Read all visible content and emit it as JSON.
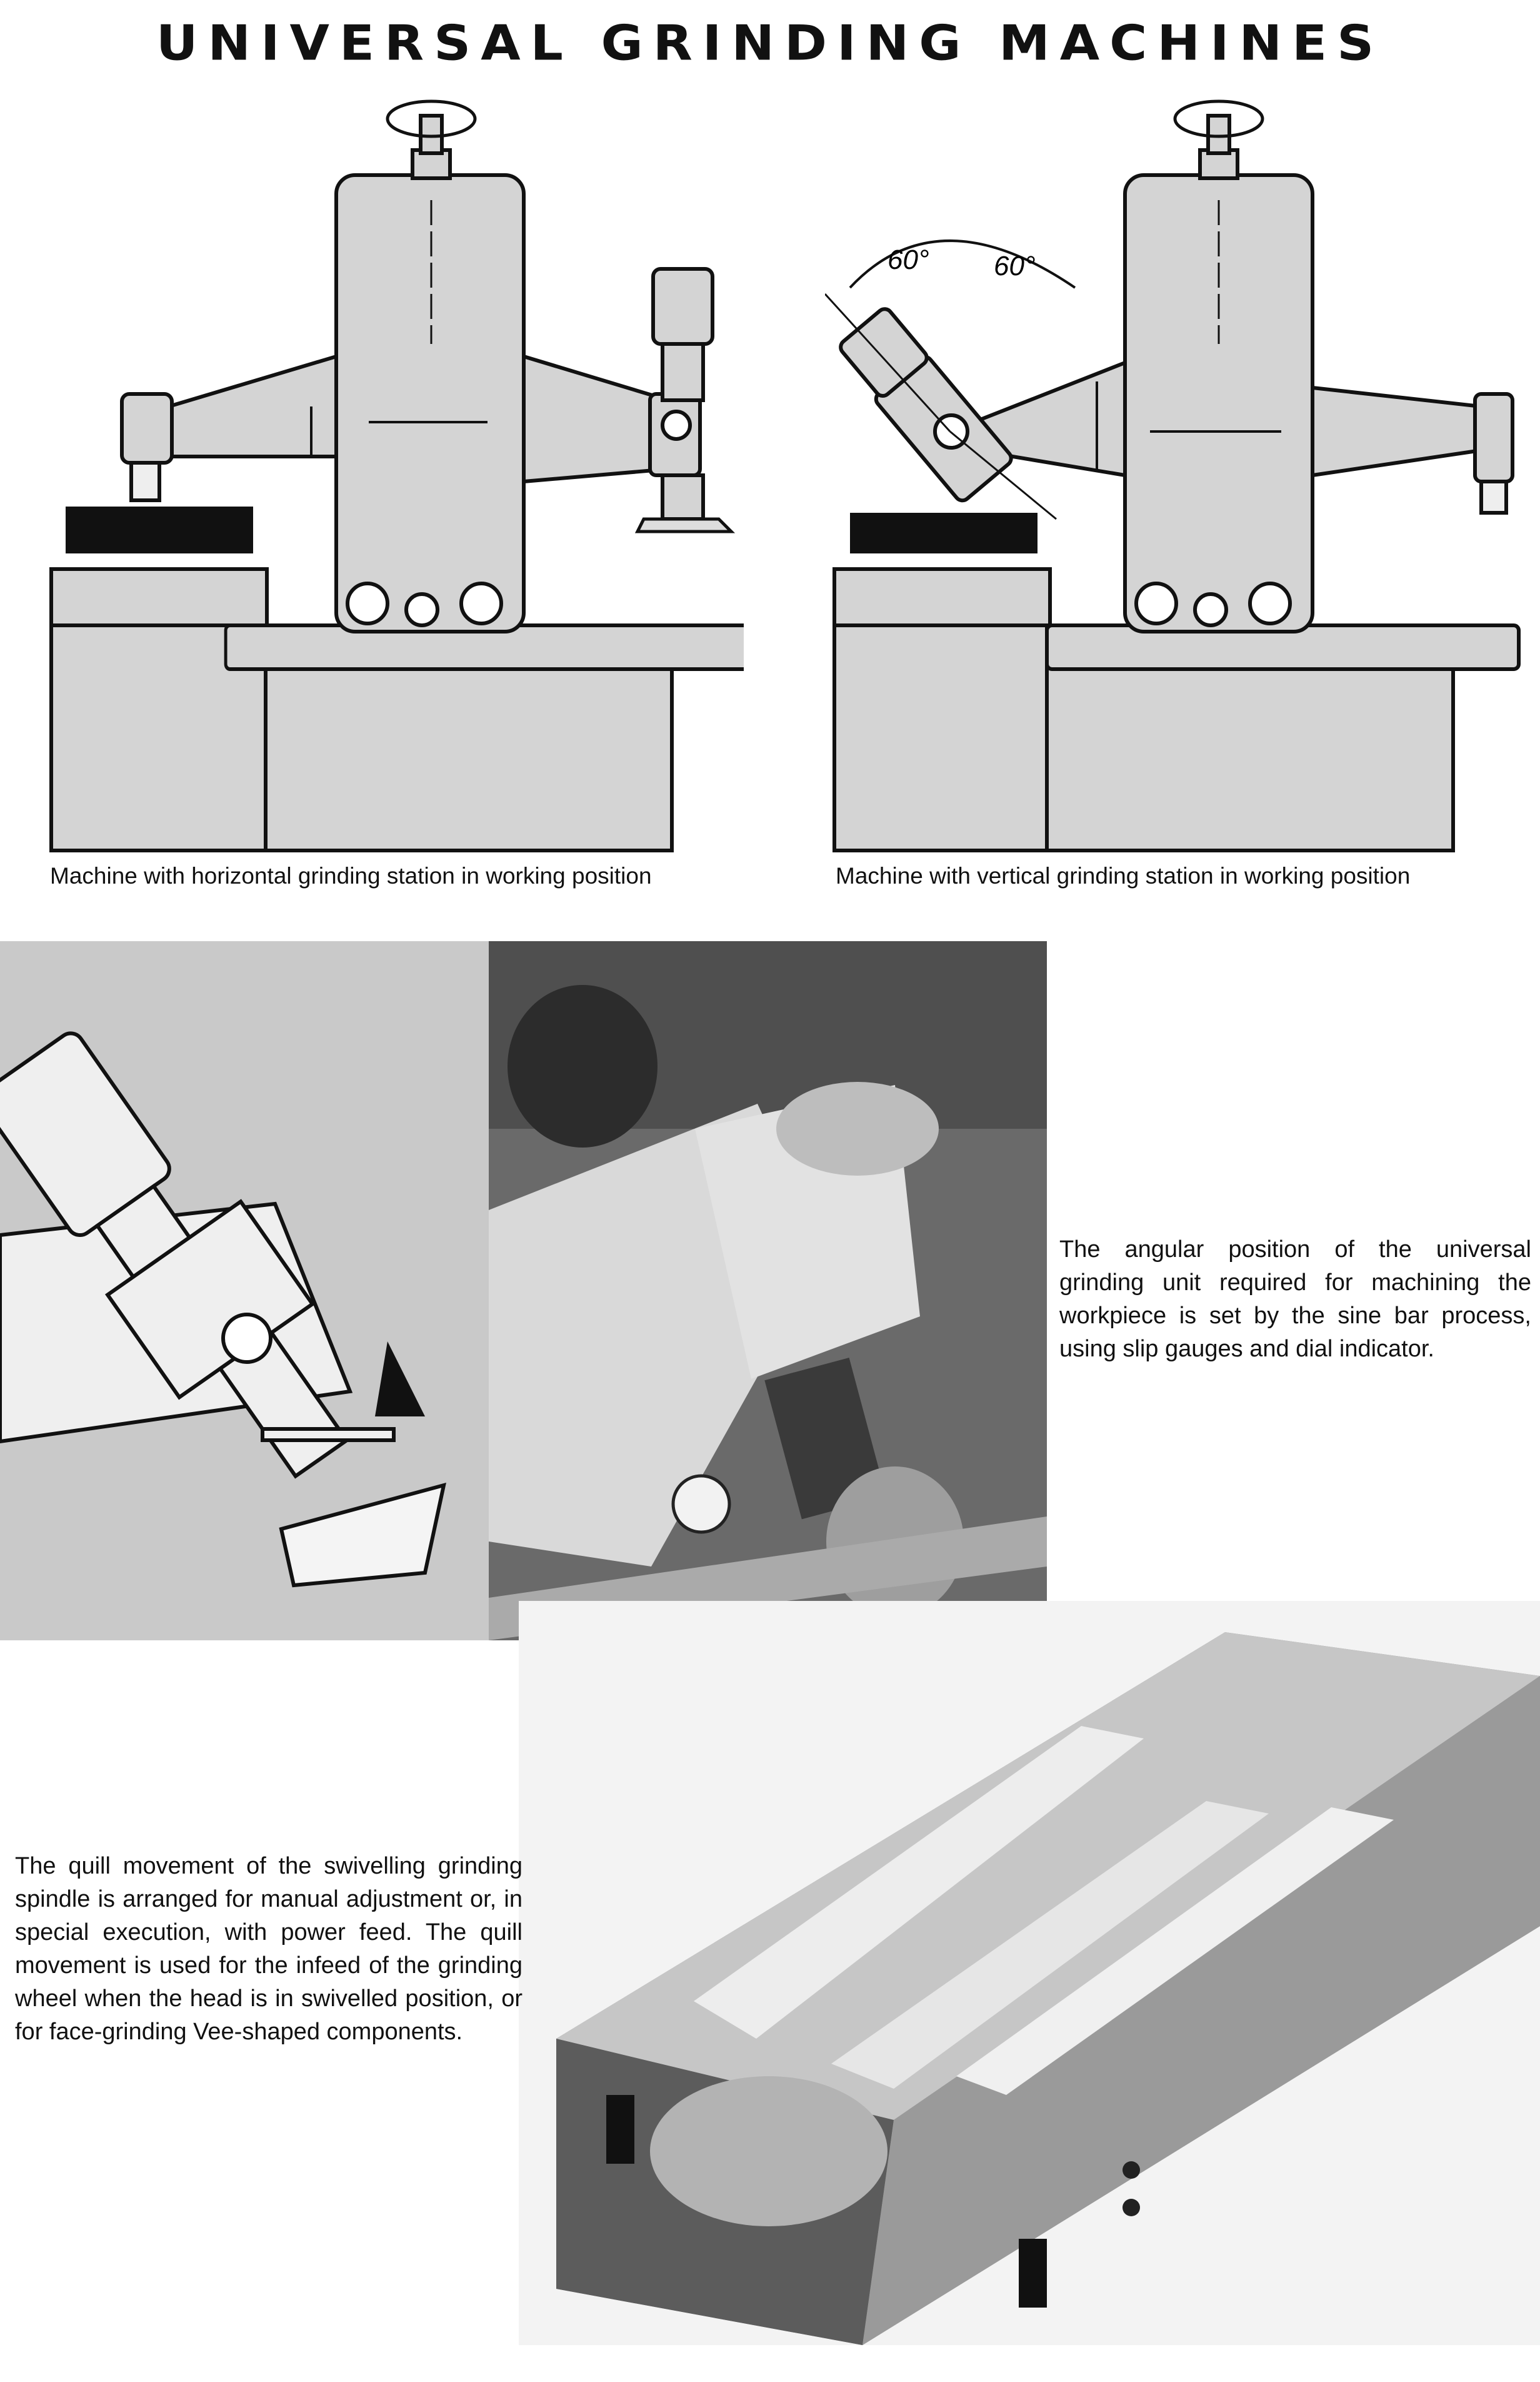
{
  "title": "UNIVERSAL GRINDING MACHINES",
  "figures": {
    "horizontal": {
      "caption": "Machine with horizontal grinding station in working position"
    },
    "vertical": {
      "caption": "Machine with vertical grinding station in working position",
      "angle_left": "60°",
      "angle_right": "60°"
    }
  },
  "sine_bar_text": "The angular position of the universal grinding unit required for machining the workpiece is set by the sine bar process, using slip gauges and dial indicator.",
  "quill_text": "The quill movement of the swivelling grinding spindle is arranged for manual adjustment or, in special execution, with power feed. The quill movement is used for the infeed of the grinding wheel when the head is in swivelled position, or for face-grinding Vee-shaped components."
}
